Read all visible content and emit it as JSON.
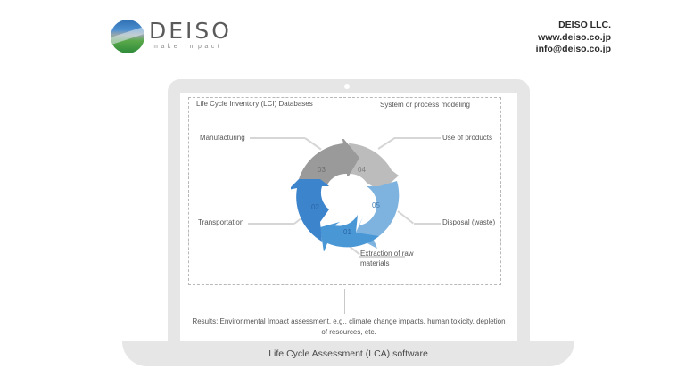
{
  "header": {
    "logo": {
      "wordmark": "DEISO",
      "tagline": "make impact",
      "icon": "globe-icon"
    },
    "company": {
      "name": "DEISO LLC.",
      "website": "www.deiso.co.jp",
      "email": "info@deiso.co.jp"
    }
  },
  "diagram": {
    "box_title_left": "Life Cycle Inventory (LCI) Databases",
    "box_title_right": "System or process modeling",
    "cycle_segments": [
      {
        "number": "01",
        "label": "Extraction of raw materials",
        "label_line1": "Extraction of raw",
        "label_line2": "materials",
        "color": "#4a97d6"
      },
      {
        "number": "02",
        "label": "Transportation",
        "color": "#3c84cc"
      },
      {
        "number": "03",
        "label": "Manufacturing",
        "color": "#9a9a9a"
      },
      {
        "number": "04",
        "label": "Use of products",
        "color": "#bcbcbc"
      },
      {
        "number": "05",
        "label": "Disposal (waste)",
        "color": "#7fb3df"
      }
    ],
    "results_line1": "Results: Environmental Impact assessment, e.g., climate change impacts, human toxicity, depletion",
    "results_line2": "of resources, etc.",
    "software_label": "Life Cycle Assessment (LCA) software"
  }
}
